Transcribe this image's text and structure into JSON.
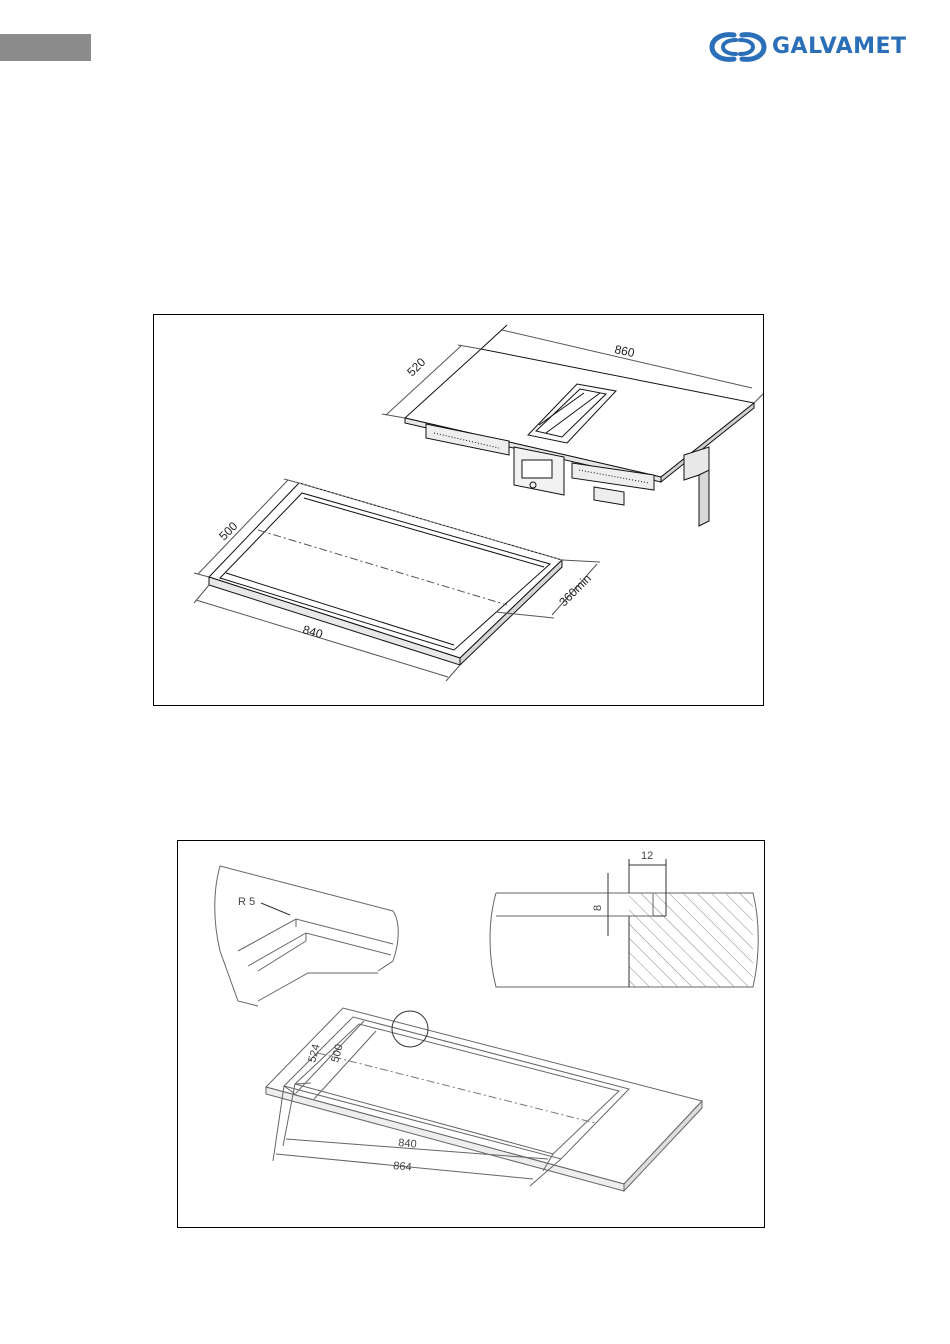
{
  "header": {
    "brand": "GALVAMET",
    "brand_color": "#2a6fb7",
    "page_tab_color": "#8c8c8c",
    "logo_icon": "galvamet-wave-icon"
  },
  "figure_1": {
    "dim_width_hob": "860",
    "dim_depth_hob": "520",
    "dim_depth_cutout": "500",
    "dim_width_cutout": "840",
    "dim_clearance": "360min"
  },
  "figure_2": {
    "radius_label": "R 5",
    "rebate_width": "12",
    "rebate_depth": "8",
    "dim_inner_depth": "500",
    "dim_outer_depth": "524",
    "dim_inner_width": "840",
    "dim_outer_width": "864"
  }
}
